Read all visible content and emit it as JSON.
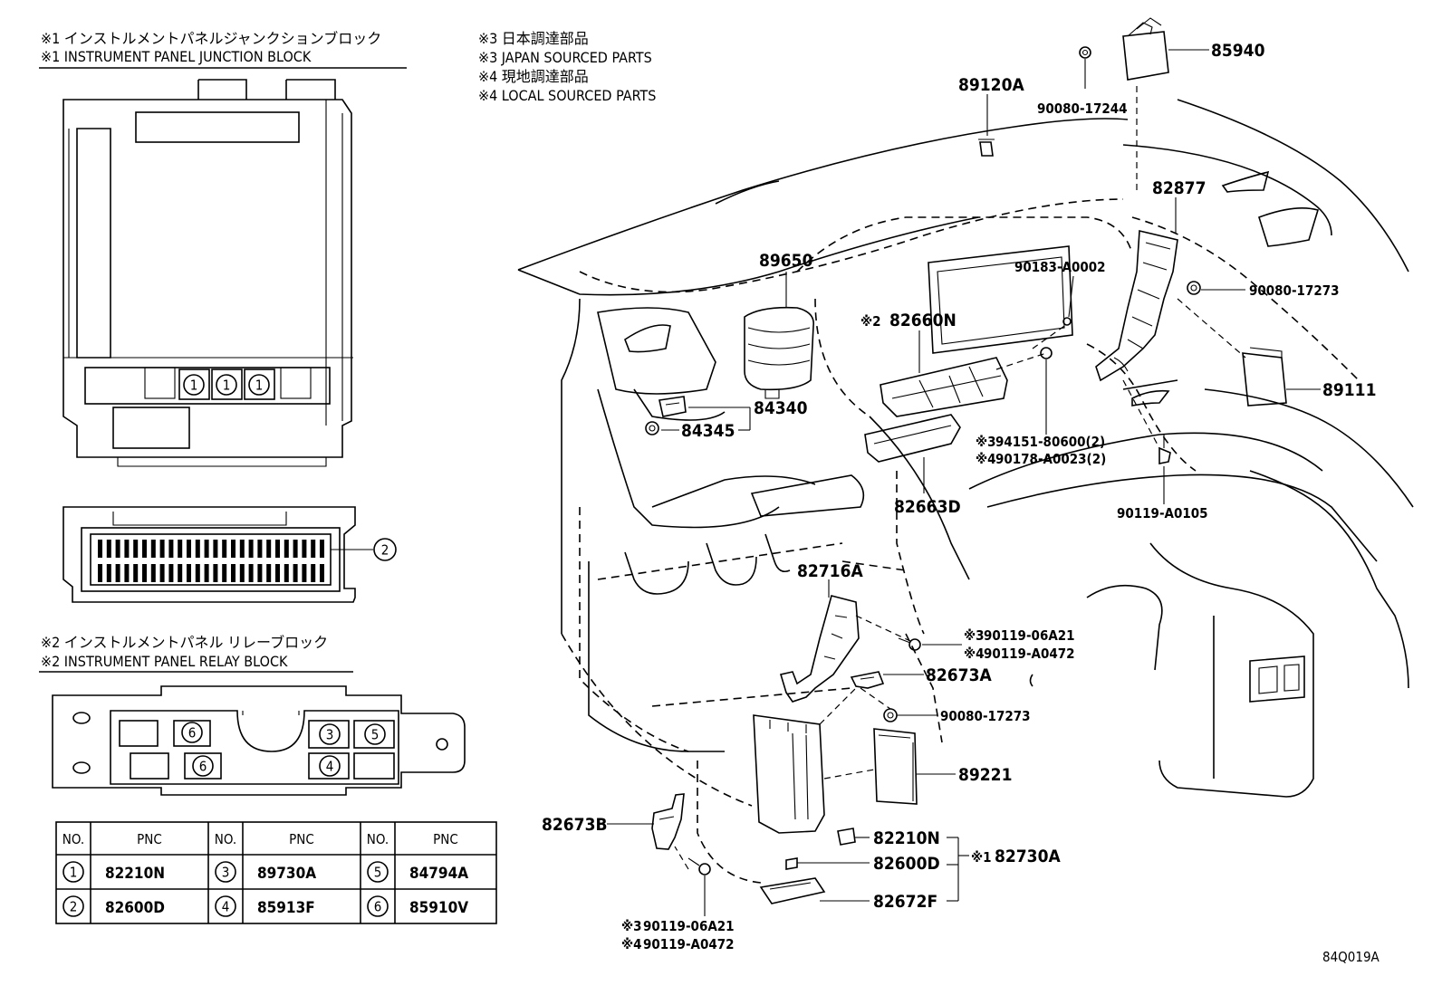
{
  "notes": {
    "junction_jp": "※1 インストルメントパネルジャンクションブロック",
    "junction_en": "※1 INSTRUMENT PANEL JUNCTION BLOCK",
    "relay_jp": "※2 インストルメントパネル リレーブロック",
    "relay_en": "※2 INSTRUMENT PANEL RELAY BLOCK",
    "japan_jp": "※3  日本調達部品",
    "japan_en": "※3  JAPAN SOURCED PARTS",
    "local_jp": "※4  現地調達部品",
    "local_en": "※4  LOCAL SOURCED PARTS"
  },
  "position_marks": {
    "one": "1",
    "two": "2",
    "three": "3",
    "four": "4",
    "five": "5",
    "six": "6"
  },
  "parts": {
    "p85940": "85940",
    "p89120A": "89120A",
    "p90080_17244": "90080-17244",
    "p82877": "82877",
    "p89650": "89650",
    "p90183": "90183-A0002",
    "p90080_17273_top": "90080-17273",
    "p82660N": "82660N",
    "p82660N_mark": "※2",
    "p89111": "89111",
    "p84340": "84340",
    "p84345": "84345",
    "p94151": "94151-80600(2)",
    "p94151_mark": "※3",
    "p90178": "90178-A0023(2)",
    "p90178_mark": "※4",
    "p82663D": "82663D",
    "p90119_A0105": "90119-A0105",
    "p82716A": "82716A",
    "p90119_06A21_r": "90119-06A21",
    "p90119_06A21_r_mark": "※3",
    "p90119_A0472_r": "90119-A0472",
    "p90119_A0472_r_mark": "※4",
    "p82673A": "82673A",
    "p90080_17273_bot": "90080-17273",
    "p89221": "89221",
    "p82673B": "82673B",
    "p82210N": "82210N",
    "p82600D": "82600D",
    "p82730A": "82730A",
    "p82730A_mark": "※1",
    "p82672F": "82672F",
    "p90119_06A21_b": "90119-06A21",
    "p90119_06A21_b_mark": "※3",
    "p90119_A0472_b": "90119-A0472",
    "p90119_A0472_b_mark": "※4"
  },
  "table": {
    "headers": [
      "NO.",
      "PNC",
      "NO.",
      "PNC",
      "NO.",
      "PNC"
    ],
    "rows": [
      [
        {
          "no": "1",
          "pnc": "82210N"
        },
        {
          "no": "3",
          "pnc": "89730A"
        },
        {
          "no": "5",
          "pnc": "84794A"
        }
      ],
      [
        {
          "no": "2",
          "pnc": "82600D"
        },
        {
          "no": "4",
          "pnc": "85913F"
        },
        {
          "no": "6",
          "pnc": "85910V"
        }
      ]
    ]
  },
  "figure_id": "84Q019A"
}
